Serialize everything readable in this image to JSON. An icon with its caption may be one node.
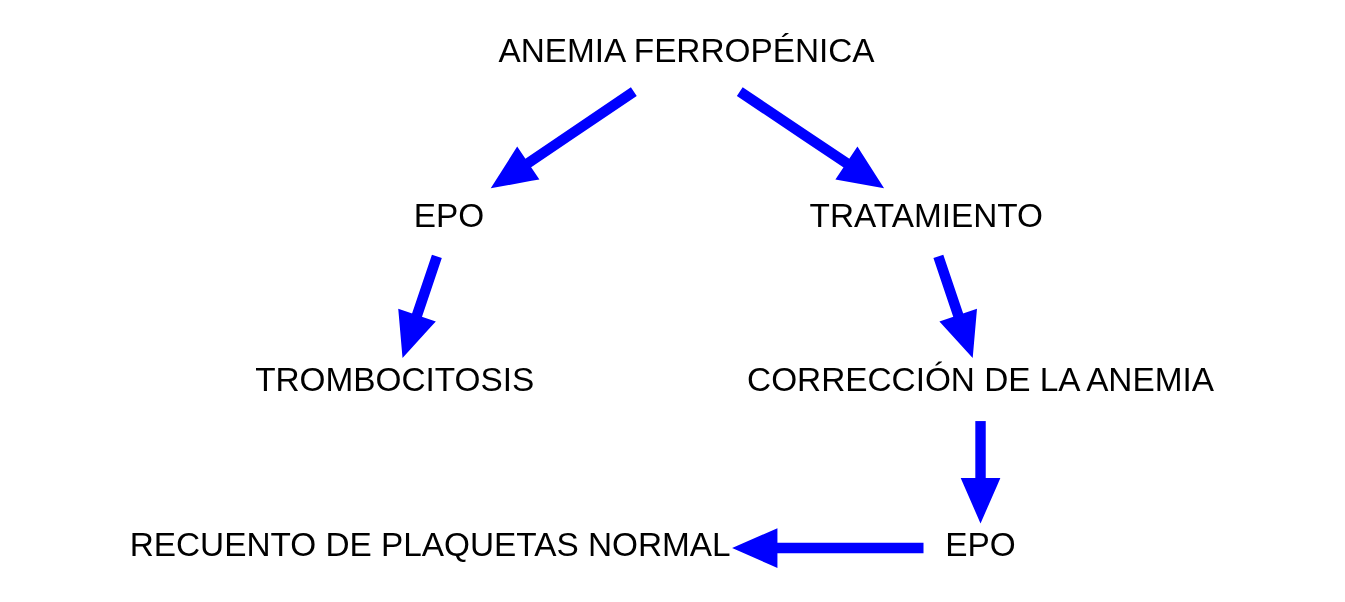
{
  "diagram": {
    "nodes": [
      {
        "text": [
          "ANEMIA FERROPÉNICA"
        ]
      },
      {
        "text": [
          "EPO"
        ]
      },
      {
        "text": [
          "TRATAMIENTO"
        ]
      },
      {
        "text": [
          "TROMBOCITOSIS"
        ]
      },
      {
        "text": [
          "CORRECCIÓN DE LA ANEMIA"
        ]
      },
      {
        "text": [
          "EPO"
        ]
      },
      {
        "text": [
          "RECUENTO DE PLAQUETAS NORMAL"
        ]
      }
    ],
    "edges": [
      {
        "from": 0,
        "to": 1,
        "arrow": "to"
      },
      {
        "from": 0,
        "to": 2,
        "arrow": "to"
      },
      {
        "from": 1,
        "to": 3,
        "arrow": "to"
      },
      {
        "from": 2,
        "to": 4,
        "arrow": "to"
      },
      {
        "from": 4,
        "to": 5,
        "arrow": "to"
      },
      {
        "from": 5,
        "to": 6,
        "arrow": "to"
      }
    ]
  }
}
